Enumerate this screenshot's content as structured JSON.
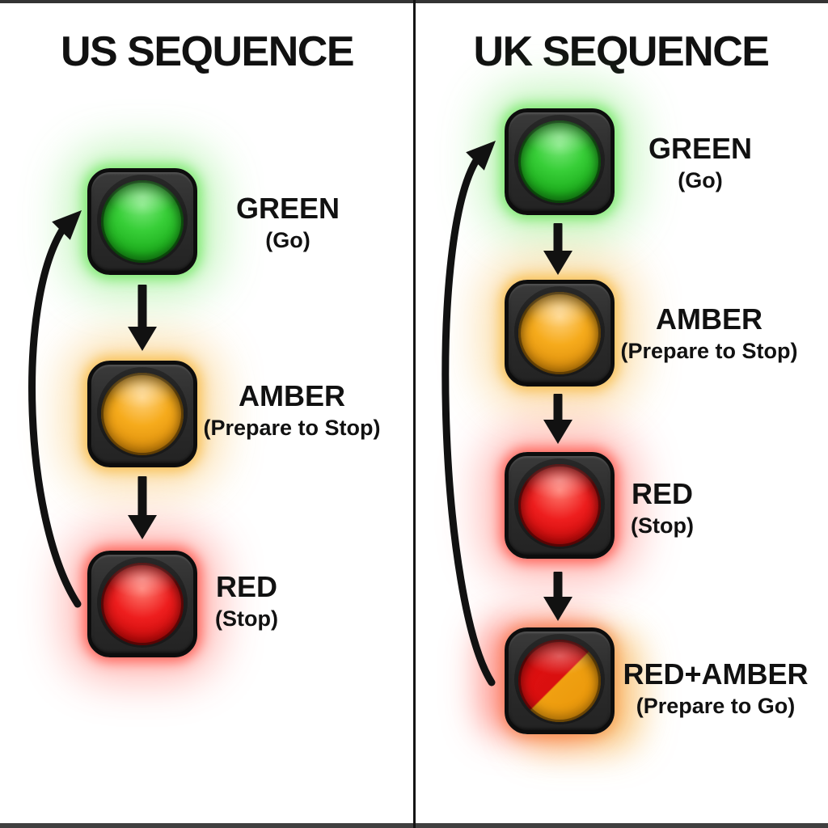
{
  "page": {
    "kind": "traffic-light sequence comparison infographic",
    "background": "#ffffff"
  },
  "colors": {
    "divider": "#141414",
    "ink": "#111111",
    "green": "#2ec82e",
    "amber": "#f2a413",
    "red": "#e01212",
    "box": "#2b2b2b"
  },
  "columns": {
    "us": {
      "title": "US SEQUENCE",
      "steps": [
        {
          "light": "green",
          "label": "GREEN",
          "sublabel": "(Go)"
        },
        {
          "light": "amber",
          "label": "AMBER",
          "sublabel": "(Prepare to Stop)"
        },
        {
          "light": "red",
          "label": "RED",
          "sublabel": "(Stop)"
        }
      ],
      "loop": "red returns to green"
    },
    "uk": {
      "title": "UK SEQUENCE",
      "steps": [
        {
          "light": "green",
          "label": "GREEN",
          "sublabel": "(Go)"
        },
        {
          "light": "amber",
          "label": "AMBER",
          "sublabel": "(Prepare to Stop)"
        },
        {
          "light": "red",
          "label": "RED",
          "sublabel": "(Stop)"
        },
        {
          "light": "red-amber",
          "label": "RED+AMBER",
          "sublabel": "(Prepare to Go)"
        }
      ],
      "loop": "red+amber returns to green"
    }
  }
}
